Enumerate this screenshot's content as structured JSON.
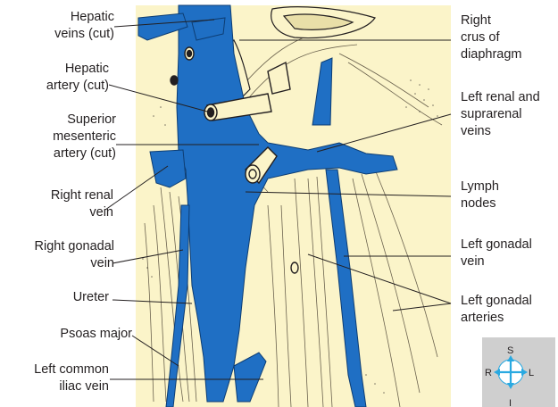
{
  "labels": {
    "left": [
      {
        "id": "hepatic-veins",
        "text": "Hepatic\nveins (cut)"
      },
      {
        "id": "hepatic-artery",
        "text": "Hepatic\nartery (cut)"
      },
      {
        "id": "superior-mesenteric",
        "text": "Superior\nmesenteric\nartery (cut)"
      },
      {
        "id": "right-renal-vein",
        "text": "Right renal\nvein"
      },
      {
        "id": "right-gonadal-vein",
        "text": "Right gonadal\nvein"
      },
      {
        "id": "ureter",
        "text": "Ureter"
      },
      {
        "id": "psoas-major",
        "text": "Psoas major"
      },
      {
        "id": "left-common-iliac",
        "text": "Left common\niliac vein"
      }
    ],
    "right": [
      {
        "id": "right-crus",
        "text": "Right\ncrus of\ndiaphragm"
      },
      {
        "id": "left-renal-suprarenal",
        "text": "Left renal and\nsuprarenal\nveins"
      },
      {
        "id": "lymph-nodes",
        "text": "Lymph\nnodes"
      },
      {
        "id": "left-gonadal-vein",
        "text": "Left gonadal\nvein"
      },
      {
        "id": "left-gonadal-arteries",
        "text": "Left gonadal\narteries"
      }
    ]
  },
  "compass": {
    "top": "S",
    "bottom": "I",
    "left": "R",
    "right": "L"
  },
  "colors": {
    "vein": "#1f6fc4",
    "background": "#fbf4c9",
    "line": "#231f20",
    "compass_bg": "#cfcfcf",
    "compass_arrow": "#29a9e1"
  }
}
